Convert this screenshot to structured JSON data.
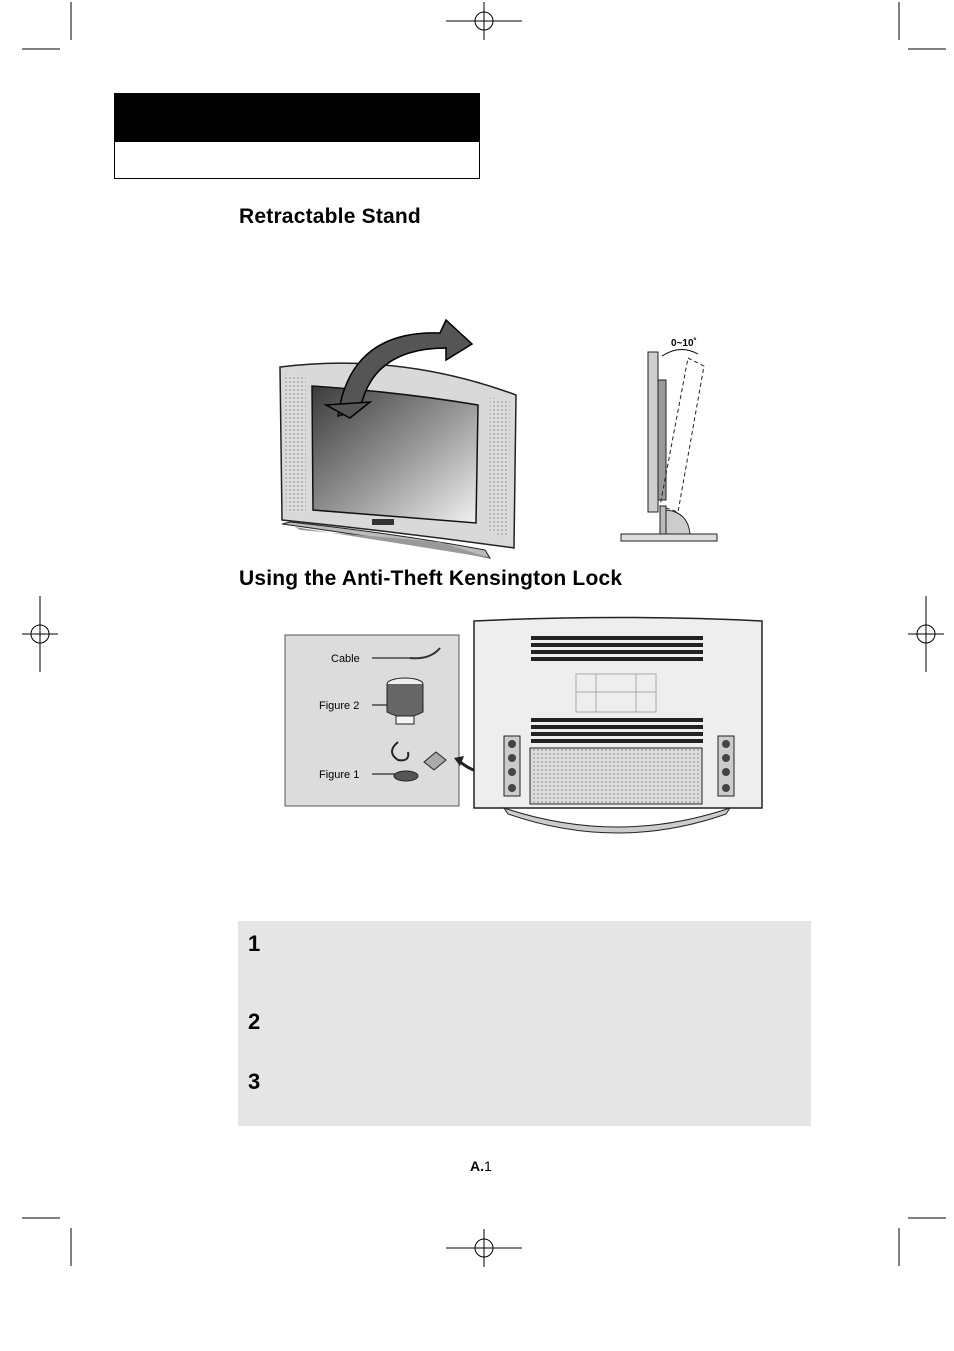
{
  "sections": {
    "stand_title": "Retractable Stand",
    "lock_title": "Using the Anti-Theft Kensington Lock"
  },
  "figures": {
    "tilt_label": "0~10˚",
    "lock_labels": {
      "cable": "Cable",
      "figure2": "Figure 2",
      "figure1": "Figure 1"
    }
  },
  "steps": [
    {
      "number": "1"
    },
    {
      "number": "2"
    },
    {
      "number": "3"
    }
  ],
  "footer": {
    "page_prefix": "A.",
    "page_number": "1"
  }
}
